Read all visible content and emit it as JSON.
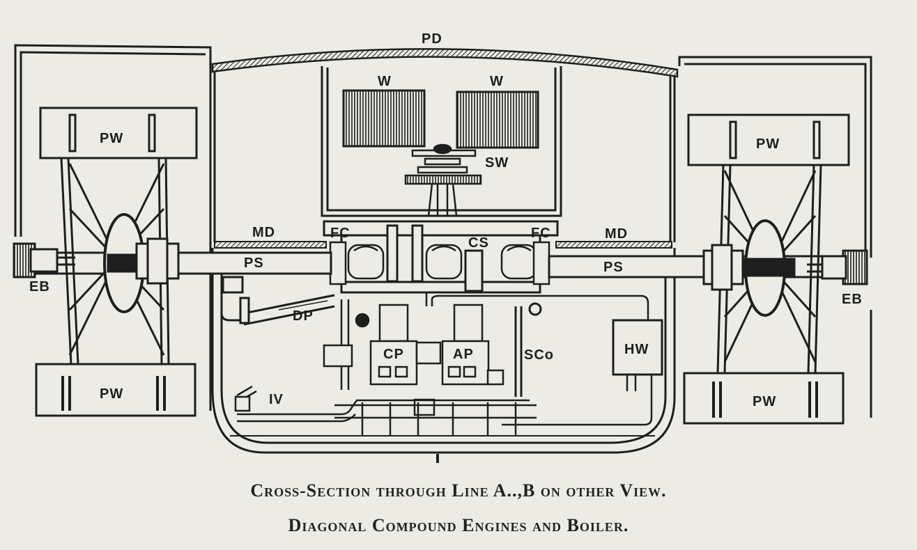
{
  "labels": {
    "pd": "PD",
    "w_left": "W",
    "w_right": "W",
    "sw": "SW",
    "pw_top_left": "PW",
    "pw_top_right": "PW",
    "pw_bottom_left": "PW",
    "pw_bottom_right": "PW",
    "md_left": "MD",
    "md_right": "MD",
    "fc_left": "FC",
    "fc_right": "FC",
    "cs": "CS",
    "ps_left": "PS",
    "ps_right": "PS",
    "eb_left": "EB",
    "eb_right": "EB",
    "dp": "DP",
    "cp": "CP",
    "ap": "AP",
    "sco": "SCo",
    "hw": "HW",
    "iv": "IV"
  },
  "caption": {
    "line1": "Cross-Section through Line A..,B on other View.",
    "line2": "Diagonal Compound Engines and Boiler."
  },
  "colors": {
    "paper": "#ecebe6",
    "ink": "#1e1e1e"
  }
}
